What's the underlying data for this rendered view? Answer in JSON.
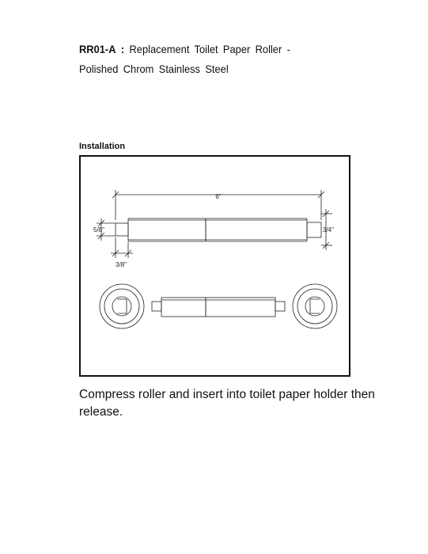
{
  "product": {
    "code": "RR01-A",
    "separator": ":",
    "title_line1": "Replacement Toilet Paper Roller -",
    "title_line2": "Polished Chrom Stainless Steel"
  },
  "section": {
    "label": "Installation"
  },
  "drawing": {
    "dimensions": {
      "length": "6\"",
      "end_diameter": "5/8\"",
      "body_diameter": "3/4\"",
      "end_length": "3/8\""
    }
  },
  "instructions": {
    "text": "Compress roller and insert into toilet paper holder then release."
  }
}
